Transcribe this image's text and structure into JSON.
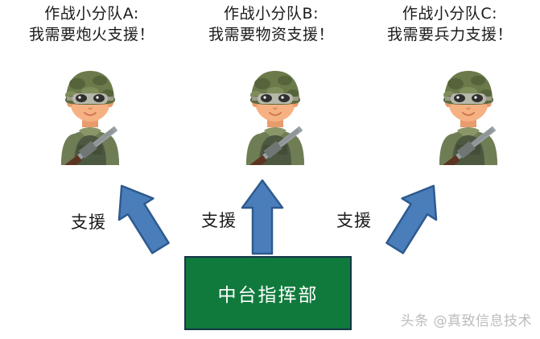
{
  "units": [
    {
      "id": "A",
      "title": "作战小分队A:",
      "request": "我需要炮火支援！",
      "figure_icon": "soldier-icon"
    },
    {
      "id": "B",
      "title": "作战小分队B:",
      "request": "我需要物资支援！",
      "figure_icon": "soldier-icon"
    },
    {
      "id": "C",
      "title": "作战小分队C:",
      "request": "我需要兵力支援！",
      "figure_icon": "soldier-icon"
    }
  ],
  "arrows": [
    {
      "label": "支援",
      "direction": "up-left",
      "icon": "arrow-up-left-icon"
    },
    {
      "label": "支援",
      "direction": "up",
      "icon": "arrow-up-icon"
    },
    {
      "label": "支援",
      "direction": "up-right",
      "icon": "arrow-up-right-icon"
    }
  ],
  "command_center": {
    "label": "中台指挥部"
  },
  "watermark": {
    "text": "头条 @真致信息技术"
  },
  "colors": {
    "background": "#ffffff",
    "arrow_fill": "#4a7ebb",
    "arrow_stroke": "#2e5a8e",
    "command_box_fill": "#107a3c",
    "command_box_border": "#16364a",
    "command_box_text": "#ffffff",
    "caption_text": "#1a1a1a",
    "watermark_text": "#b9b9b9",
    "helmet_green": "#6b7a4a",
    "helmet_dark": "#56643b",
    "uniform_green": "#6f7d55",
    "vest_dark": "#4c5840",
    "skin": "#f6b183",
    "rifle_metal": "#9aa0a4",
    "rifle_stock": "#5c3522"
  }
}
